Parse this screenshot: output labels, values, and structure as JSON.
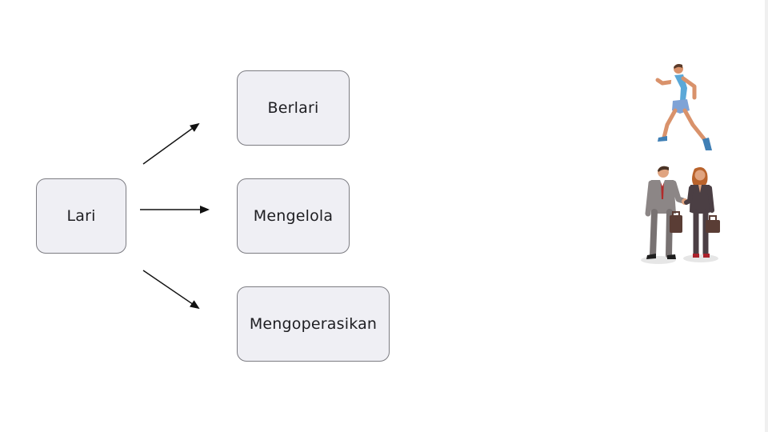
{
  "diagram": {
    "source": {
      "label": "Lari"
    },
    "targets": [
      {
        "label": "Berlari"
      },
      {
        "label": "Mengelola"
      },
      {
        "label": "Mengoperasikan"
      }
    ]
  },
  "colors": {
    "node_fill": "#efeff4",
    "node_border": "#7c7c82",
    "arrow": "#111111",
    "text": "#1e1e22"
  },
  "icons": {
    "runner": "running-person-icon",
    "business": "business-handshake-icon"
  }
}
